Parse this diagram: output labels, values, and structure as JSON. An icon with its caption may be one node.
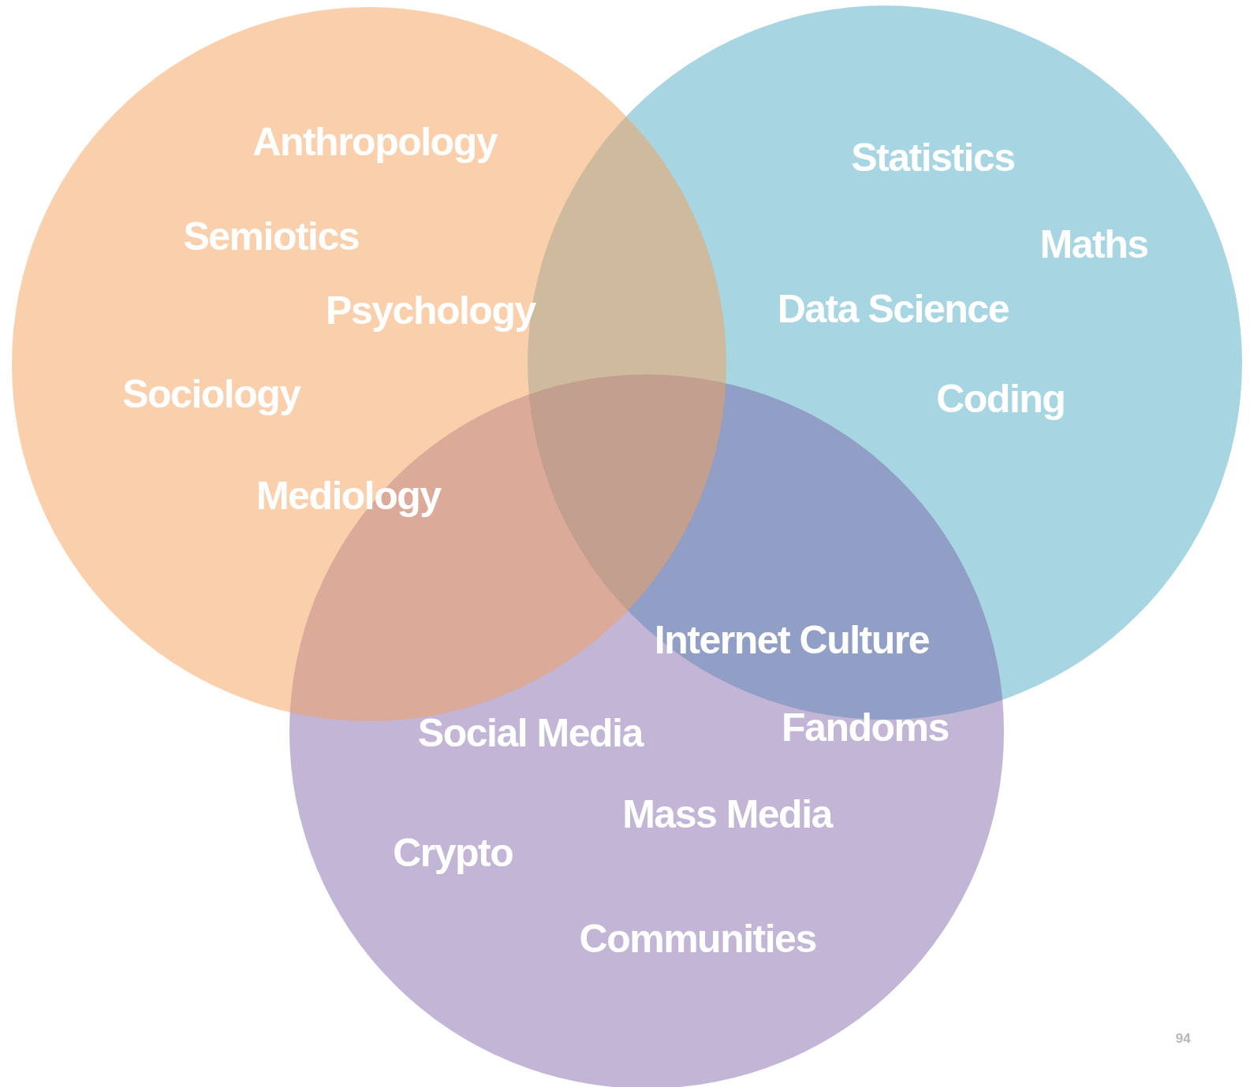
{
  "diagram": {
    "nodes": [
      {
        "text": [],
        "shape": "circle"
      },
      {
        "text": [],
        "shape": "circle"
      },
      {
        "text": [],
        "shape": "circle"
      }
    ],
    "labels": [
      "Anthropology",
      "Statistics",
      "Semiotics",
      "Maths",
      "Psychology",
      "Data Science",
      "Sociology",
      "Coding",
      "Mediology",
      "Internet Culture",
      "Social Media",
      "Fandoms",
      "Mass Media",
      "Crypto",
      "Communities",
      "94"
    ]
  }
}
